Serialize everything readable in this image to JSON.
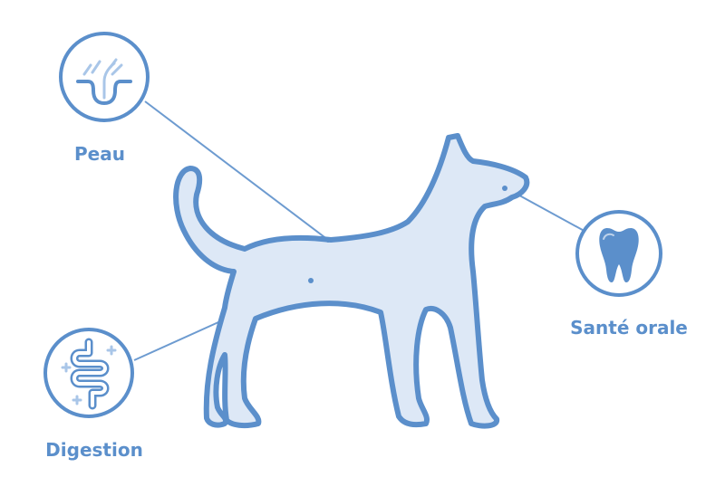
{
  "title": "Dog health areas",
  "callouts": [
    {
      "label": "Peau",
      "icon": "skin-hair-icon"
    },
    {
      "label": "Digestion",
      "icon": "intestine-icon"
    },
    {
      "label": "Santé orale",
      "icon": "tooth-icon"
    }
  ],
  "colors": {
    "stroke": "#5b8fcb",
    "fill": "#dde8f6",
    "light": "#a9c6e8"
  }
}
